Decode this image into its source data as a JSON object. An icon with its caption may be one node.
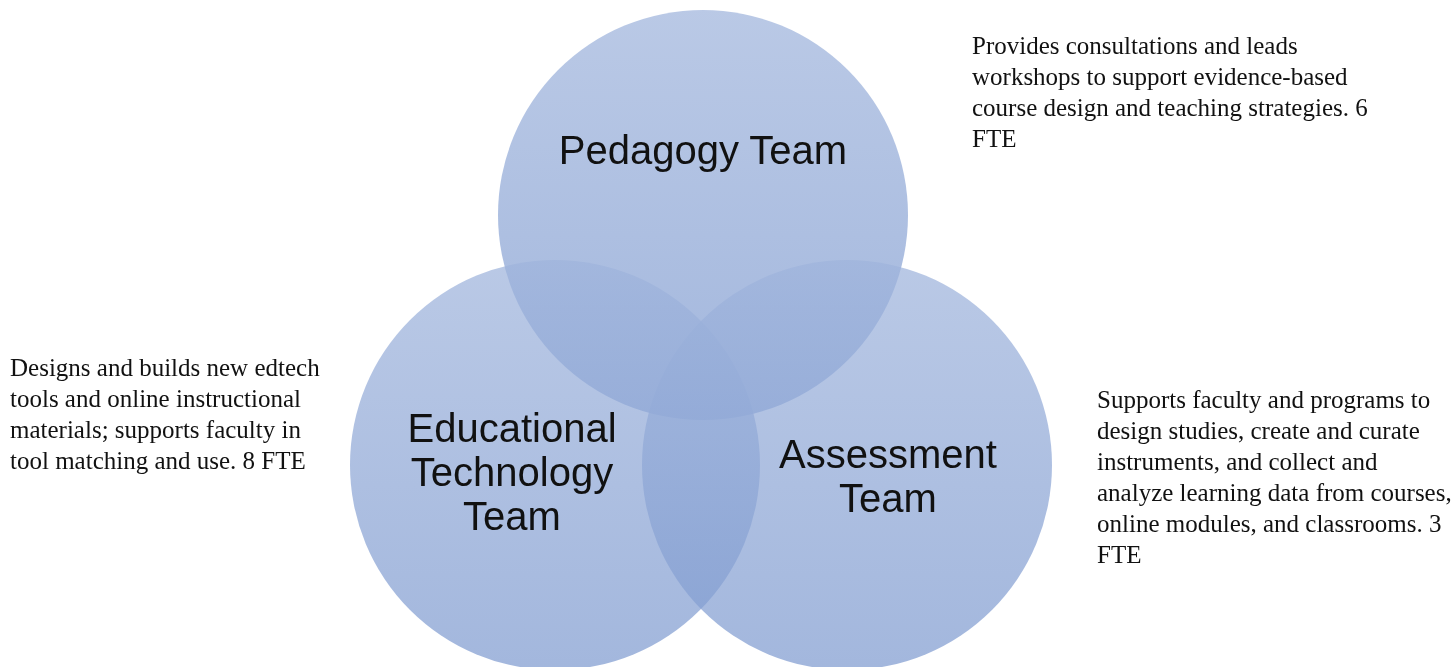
{
  "diagram": {
    "nodes": [
      {
        "text": [
          "Pedagogy Team"
        ],
        "beside": [
          "Provides consultations and leads workshops to support evidence-based course design and teaching strategies. 6 FTE"
        ]
      },
      {
        "text": [
          "Educational Technology Team"
        ],
        "beside": [
          "Designs and builds new edtech tools and online instructional materials; supports faculty in tool matching and use. 8 FTE"
        ]
      },
      {
        "text": [
          "Assessment Team"
        ],
        "beside": [
          "Supports faculty and programs to design studies, create and curate instruments, and collect and analyze learning data from courses, online modules, and classrooms. 3 FTE"
        ]
      }
    ]
  }
}
